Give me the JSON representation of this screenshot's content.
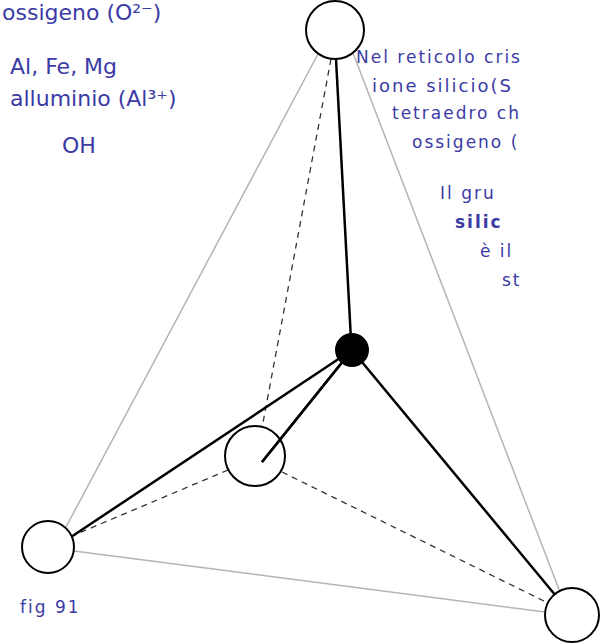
{
  "diagram": {
    "caption": "fig 91",
    "labels": [
      "ossigeno (O²⁻)",
      "Al, Fe, Mg",
      "alluminio (Al³⁺)",
      "OH",
      "Nel reticolo cris",
      "ione silicio(S",
      "tetraedro ch",
      "ossigeno (",
      "Il gru",
      "silic",
      "è il",
      "st"
    ]
  }
}
